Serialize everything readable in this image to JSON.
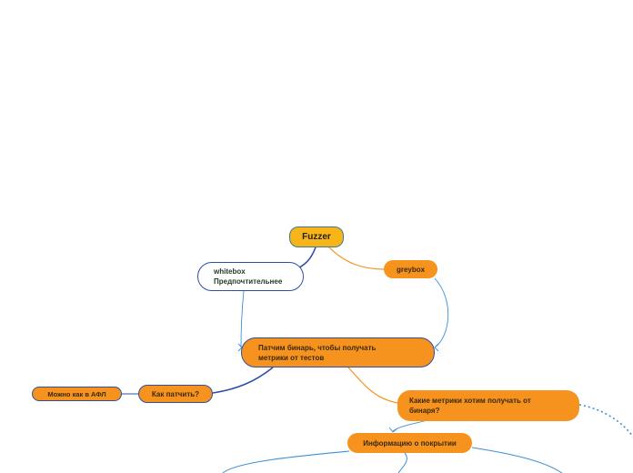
{
  "nodes": {
    "root": "Fuzzer",
    "whitebox_line1": "whitebox",
    "whitebox_line2": "Предпочтительнее",
    "greybox": "greybox",
    "patch_line1": "Патчим бинарь, чтобы получать",
    "patch_line2": "метрики от тестов",
    "how_patch": "Как патчить?",
    "afl": "Можно как в АФЛ",
    "metrics_line1": "Какие метрики хотим получать от",
    "metrics_line2": "бинаря?",
    "coverage": "Информацию о покрытии"
  },
  "colors": {
    "node_fill": "#f6921e",
    "root_fill": "#f7b51a",
    "border_blue": "#2e4fa6",
    "connector_orange": "#f6921e",
    "connector_blue": "#3b8fd6"
  }
}
